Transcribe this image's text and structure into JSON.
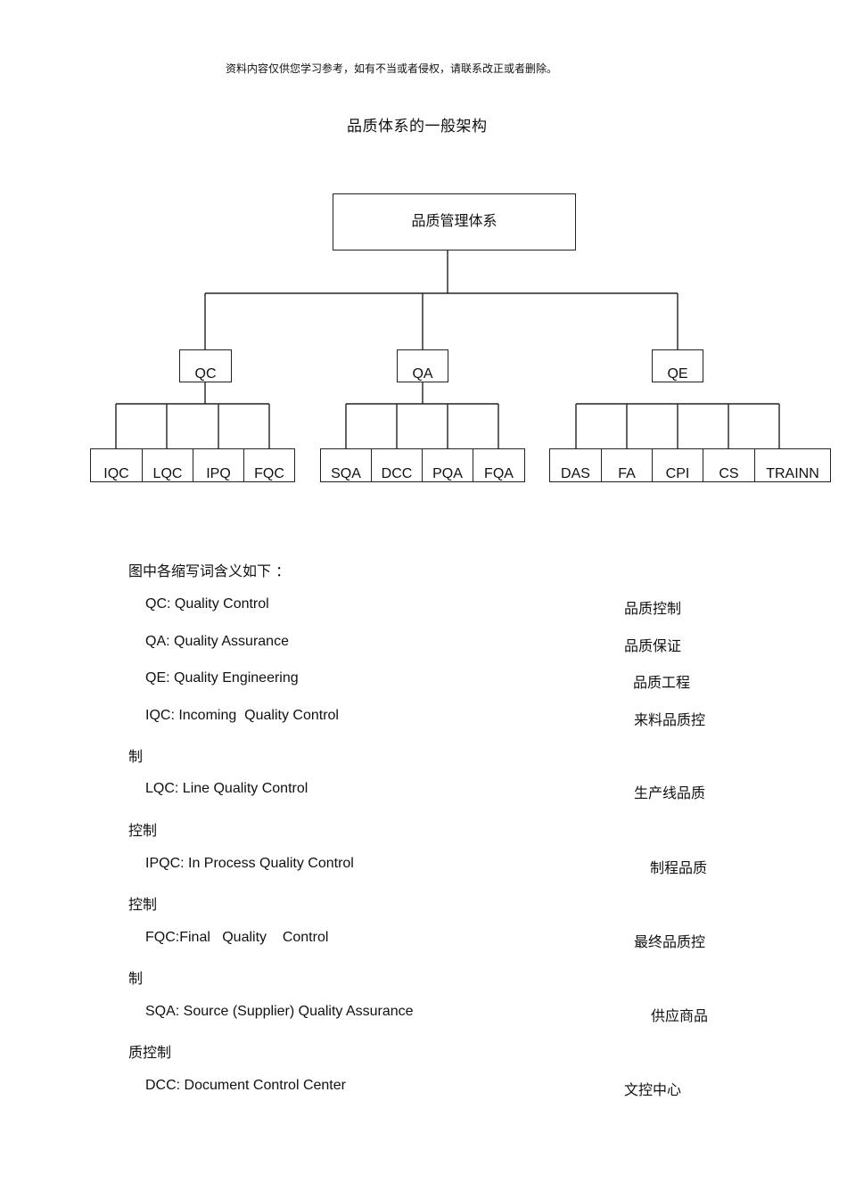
{
  "notice": "资料内容仅供您学习参考，如有不当或者侵权，请联系改正或者删除。",
  "title": "品质体系的一般架构",
  "org_chart": {
    "root": "品质管理体系",
    "branches": [
      {
        "label": "QC",
        "children": [
          "IQC",
          "LQC",
          "IPQ",
          "FQC"
        ]
      },
      {
        "label": "QA",
        "children": [
          "SQA",
          "DCC",
          "PQA",
          "FQA"
        ]
      },
      {
        "label": "QE",
        "children": [
          "DAS",
          "FA",
          "CPI",
          "CS",
          "TRAINN"
        ]
      }
    ]
  },
  "legend": {
    "heading": "图中各缩写词含义如下 ：",
    "items": [
      {
        "en": "QC: Quality Control",
        "cn": "品质控制"
      },
      {
        "en": "QA: Quality Assurance",
        "cn": "品质保证"
      },
      {
        "en": "QE: Quality Engineering",
        "cn": "品质工程"
      },
      {
        "en": "IQC: Incoming  Quality Control",
        "cn": "来料品质控",
        "cn_wrap": "制"
      },
      {
        "en": "LQC: Line Quality Control",
        "cn": "生产线品质",
        "cn_wrap": "控制"
      },
      {
        "en": "IPQC: In Process Quality Control",
        "cn": "制程品质",
        "cn_wrap": "控制"
      },
      {
        "en": "FQC:Final   Quality    Control",
        "cn": "最终品质控",
        "cn_wrap": "制"
      },
      {
        "en": "SQA: Source (Supplier) Quality Assurance",
        "cn": "供应商品",
        "cn_wrap": "质控制"
      },
      {
        "en": "DCC: Document Control Center",
        "cn": "文控中心"
      }
    ]
  }
}
